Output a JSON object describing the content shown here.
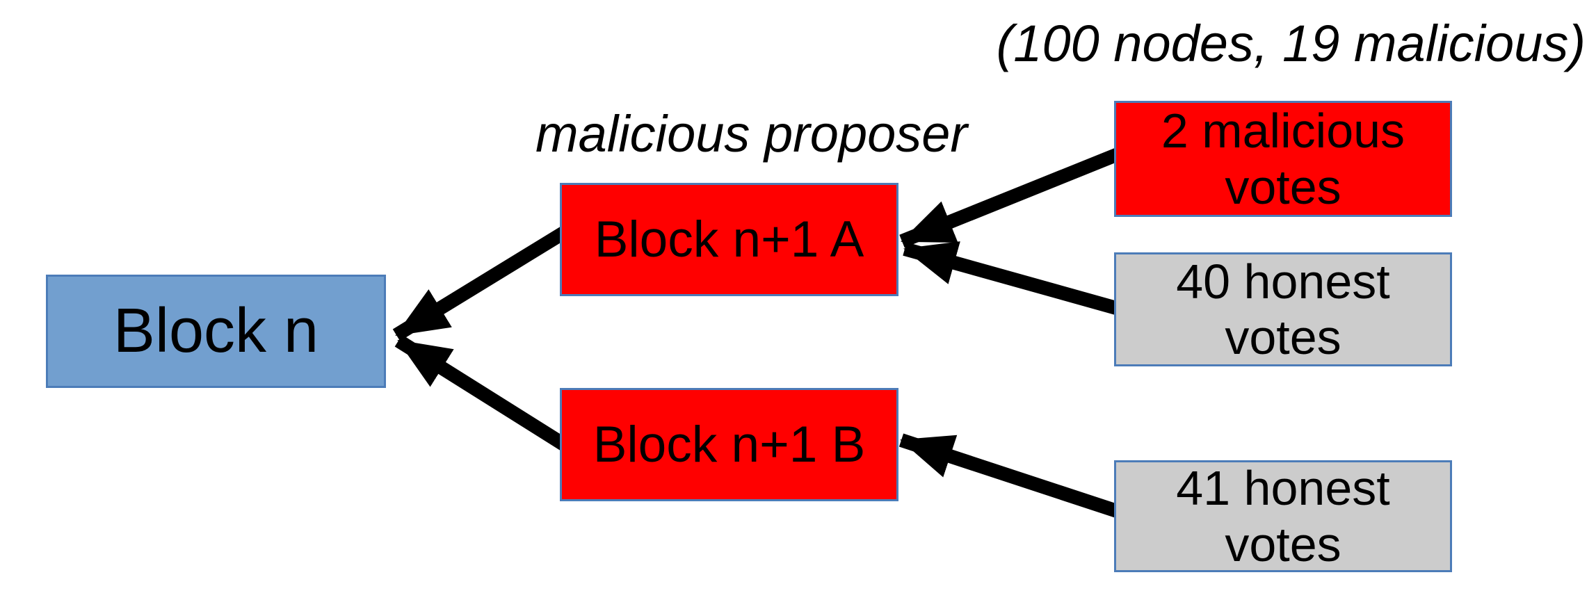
{
  "diagram": {
    "annotations": {
      "network": "(100 nodes, 19 malicious)",
      "proposer": "malicious proposer"
    },
    "blocks": {
      "parent": "Block n",
      "fork_a": "Block n+1 A",
      "fork_b": "Block n+1 B"
    },
    "votes": {
      "malicious_for_a": "2 malicious\nvotes",
      "honest_for_a": "40 honest\nvotes",
      "honest_for_b": "41 honest\nvotes"
    },
    "colors": {
      "parent_block_fill": "#729FCF",
      "malicious_fill": "#FF0000",
      "honest_fill": "#CCCCCC",
      "box_border": "#4C7CB8",
      "arrow": "#000000",
      "text": "#000000",
      "background": "#FFFFFF"
    }
  }
}
